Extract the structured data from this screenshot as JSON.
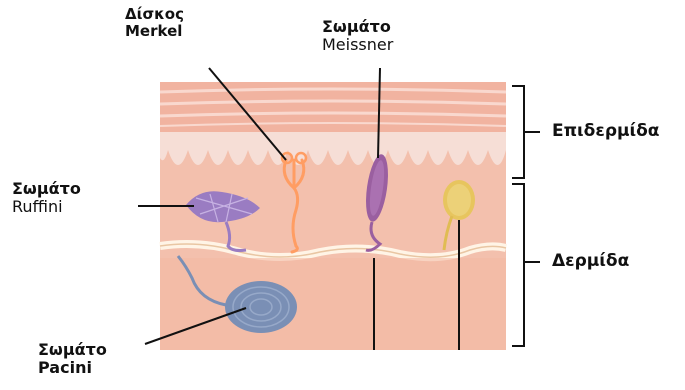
{
  "labels": {
    "merkel": {
      "line1": "Δίσκος",
      "line2": "Merkel"
    },
    "meissner": {
      "line1": "Σωμάτο",
      "line2": "Meissner"
    },
    "ruffini": {
      "line1": "Σωμάτο",
      "line2": "Ruffini"
    },
    "pacini": {
      "line1": "Σωμάτο",
      "line2": "Pacini"
    },
    "epidermis": "Επιδερμίδα",
    "dermis": "Δερμίδα"
  },
  "colors": {
    "skin_stripes": "#f3b7a3",
    "epidermis": "#f6ded6",
    "dermis": "#f3c0ad",
    "hypodermis": "#f1b5a0",
    "merkel": "#ff9d63",
    "meissner": "#9a5fa0",
    "ruffini": "#9a7cc2",
    "pacini": "#7a8fb5",
    "free_ending": "#e7c55e"
  }
}
